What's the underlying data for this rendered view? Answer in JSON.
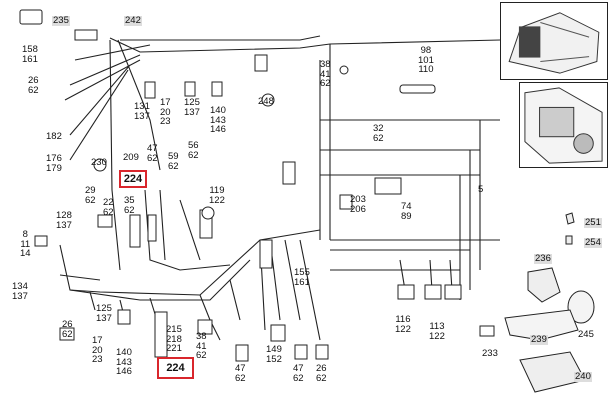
{
  "part_numbers": {
    "p235": "235",
    "p242": "242",
    "p158_161": "158\n161",
    "p26_62_a": "26\n62",
    "p182": "182",
    "p176_179": "176\n179",
    "p230": "230",
    "p131_137": "131\n137",
    "p17_20_23": "17\n20\n23",
    "p125_137_top": "125\n137",
    "p140_143_146_top": "140\n143\n146",
    "p248": "248",
    "p38_41_62_top": "38\n41\n62",
    "p98_101_110": "98\n101\n110",
    "p32_62": "32\n62",
    "p47_62_top": "47\n62",
    "p59_62": "59\n62",
    "p56_62": "56\n62",
    "p209": "209",
    "p119_122": "119\n122",
    "p29_62": "29\n62",
    "p35_62": "35\n62",
    "p22_62": "22\n62",
    "p128_137": "128\n137",
    "p8_11_14": "8\n11\n14",
    "p134_137": "134\n137",
    "p203_206": "203\n206",
    "p74_89": "74\n89",
    "p5": "5",
    "p251": "251",
    "p254": "254",
    "p236": "236",
    "p155_161": "155\n161",
    "p116_122": "116\n122",
    "p113_122": "113\n122",
    "p125_137_bot": "125\n137",
    "p26_62_b": "26\n62",
    "p17_20_23_bot": "17\n20\n23",
    "p140_143_146_bot": "140\n143\n146",
    "p215_218_221": "215\n218\n221",
    "p38_41_62_bot": "38\n41\n62",
    "p47_62_bot": "47\n62",
    "p149_152": "149\n152",
    "p47_62_bot2": "47\n62",
    "p26_62_c": "26\n62",
    "p233": "233",
    "p239": "239",
    "p245": "245",
    "p240": "240"
  },
  "highlighted": {
    "top": "224",
    "bottom": "224"
  },
  "colors": {
    "highlight_border": "#d9262c",
    "line": "#222222",
    "grey_label_bg": "#dddddd"
  }
}
